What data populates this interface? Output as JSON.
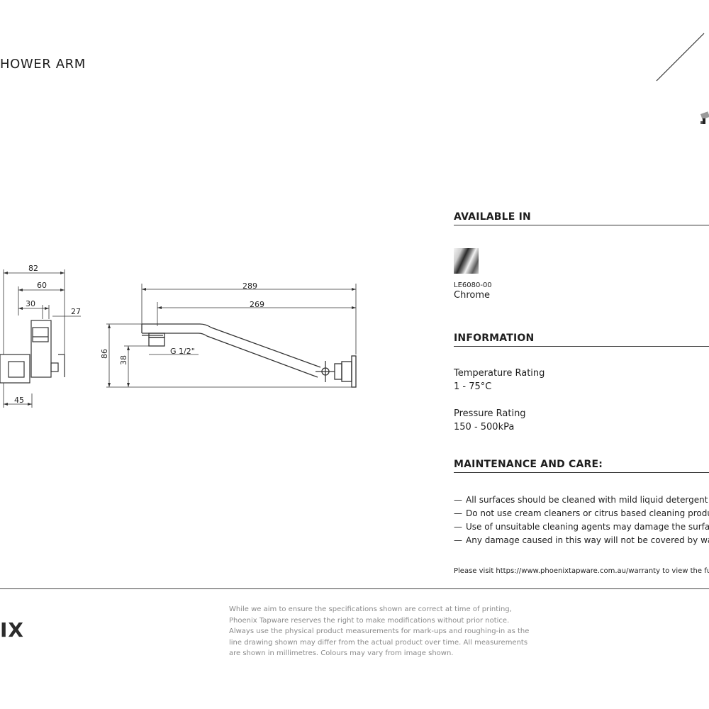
{
  "header": {
    "title": "HOWER ARM"
  },
  "drawing": {
    "dims": {
      "d82": "82",
      "d60": "60",
      "d30": "30",
      "d27": "27",
      "d45": "45",
      "d289": "289",
      "d269": "269",
      "d86": "86",
      "d38": "38",
      "thread": "G 1/2\""
    }
  },
  "available": {
    "heading": "AVAILABLE IN",
    "finishes": [
      {
        "code": "LE6080-00",
        "name": "Chrome"
      }
    ]
  },
  "information": {
    "heading": "INFORMATION",
    "items": [
      {
        "label": "Temperature Rating",
        "value": "1 - 75°C"
      },
      {
        "label": "Pressure Rating",
        "value": "150 - 500kPa"
      }
    ]
  },
  "maintenance": {
    "heading": "MAINTENANCE AND CARE:",
    "dash": "—",
    "items": [
      "All surfaces should be cleaned with mild liquid detergent or",
      "Do not use cream cleaners or citrus based cleaning products,",
      "Use of unsuitable cleaning agents may damage the surface.",
      "Any damage caused in this way will not be covered by warran"
    ],
    "visit": "Please visit https://www.phoenixtapware.com.au/warranty to view the full"
  },
  "footer": {
    "brand": "IX",
    "disclaimer": [
      "While we aim to ensure the specifications shown are correct at time of printing,",
      "Phoenix Tapware reserves the right to make modifications without prior notice.",
      "Always use the physical product measurements for mark-ups and roughing-in as the",
      "line drawing shown may differ from the actual product over time. All measurements",
      "are shown in millimetres. Colours may vary from image shown."
    ]
  }
}
